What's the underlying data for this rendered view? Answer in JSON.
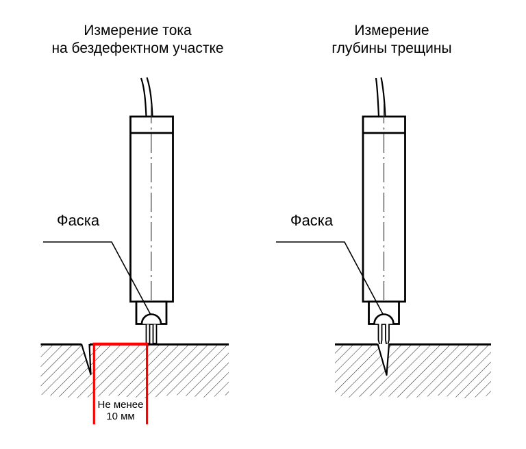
{
  "figure": {
    "left_panel": {
      "title_line1": "Измерение тока",
      "title_line2": "на бездефектном участке",
      "chamfer_label": "Фаска",
      "min_distance_line1": "Не менее",
      "min_distance_line2": "10 мм"
    },
    "right_panel": {
      "title_line1": "Измерение",
      "title_line2": "глубины трещины",
      "chamfer_label": "Фаска"
    },
    "colors": {
      "line": "#000000",
      "hatch": "#2e2e2e",
      "accent_red": "#ff0000",
      "background": "#ffffff"
    }
  }
}
